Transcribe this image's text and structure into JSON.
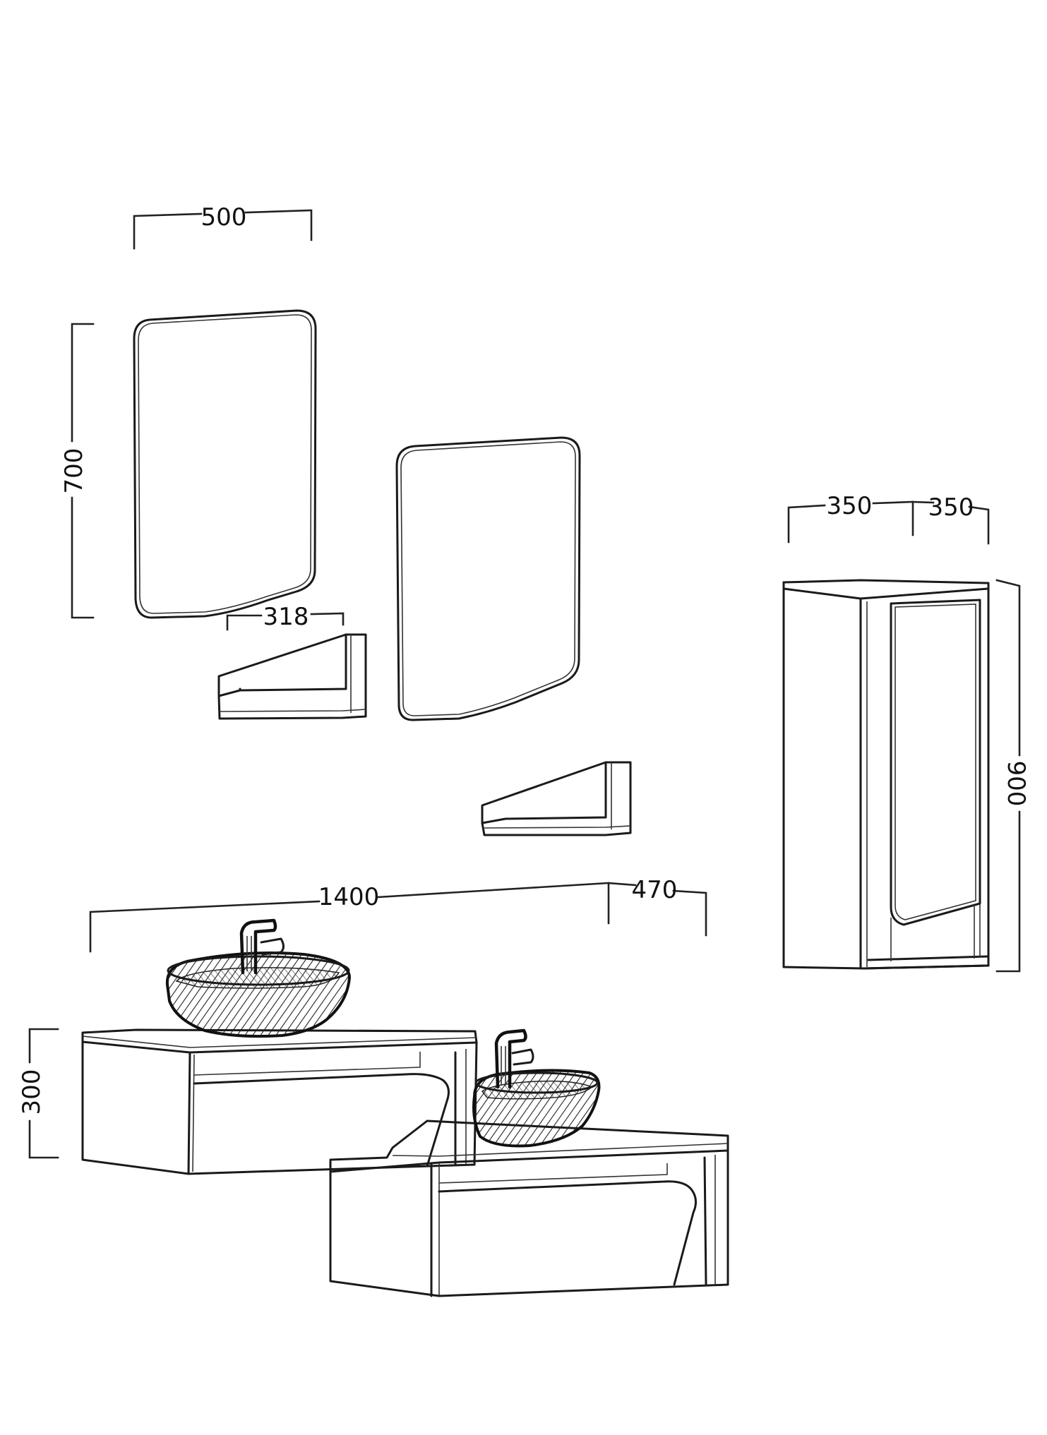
{
  "dimensions": {
    "mirror_width": "500",
    "mirror_height": "700",
    "shelf_width": "318",
    "cabinet_width": "350",
    "cabinet_depth": "350",
    "cabinet_height": "900",
    "vanity_width": "1400",
    "vanity_depth": "470",
    "vanity_height": "300"
  },
  "colors": {
    "line": "#1a1a1a",
    "background": "#ffffff"
  }
}
